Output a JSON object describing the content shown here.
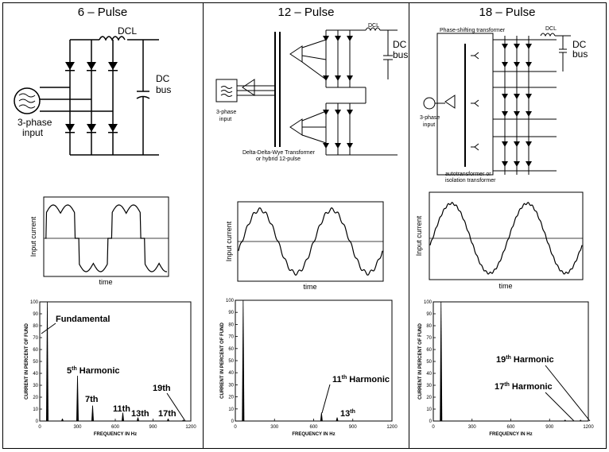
{
  "columns": [
    {
      "title": "6 – Pulse",
      "circuit": {
        "input_label": [
          "3-phase",
          "input"
        ],
        "dcl": "DCL",
        "dc_bus": [
          "DC",
          "bus"
        ]
      },
      "waveform": {
        "ylabel": "Input current",
        "xlabel": "time"
      }
    },
    {
      "title": "12 – Pulse",
      "circuit": {
        "input_label": [
          "3-phase",
          "input"
        ],
        "dcl": "DCL",
        "dc_bus": [
          "DC",
          "bus"
        ],
        "transformer": [
          "Delta-Delta-Wye Transformer",
          "or hybrid 12-pulse"
        ]
      },
      "waveform": {
        "ylabel": "Input current",
        "xlabel": "time"
      }
    },
    {
      "title": "18 – Pulse",
      "circuit": {
        "input_label": [
          "3-phase",
          "input"
        ],
        "dcl": "DCL",
        "dc_bus": [
          "DC",
          "bus"
        ],
        "transformer_top": "Phase-shifting transformer",
        "transformer_bottom": [
          "autotransformer or",
          "isolation transformer"
        ]
      },
      "waveform": {
        "ylabel": "Input current",
        "xlabel": "time"
      }
    }
  ],
  "spectrum_axes": {
    "xlabel": "FREQUENCY IN Hz",
    "ylabel": "CURRENT IN PERCENT OF FUND",
    "xticks": [
      "0",
      "300",
      "600",
      "900",
      "1200"
    ],
    "yticks": [
      "0",
      "10",
      "20",
      "30",
      "40",
      "50",
      "60",
      "70",
      "80",
      "90",
      "100"
    ]
  },
  "chart_data": [
    {
      "type": "bar",
      "title": "",
      "xlabel": "FREQUENCY IN Hz",
      "ylabel": "CURRENT IN PERCENT OF FUND",
      "xlim": [
        0,
        1200
      ],
      "ylim": [
        0,
        100
      ],
      "x": [
        60,
        180,
        300,
        420,
        660,
        780,
        1020,
        1140
      ],
      "values": [
        100,
        2,
        38,
        13,
        7,
        3,
        2,
        1
      ],
      "annotations": [
        {
          "text": "Fundamental",
          "base": "",
          "sup": ""
        },
        {
          "text": "",
          "base": "5",
          "sup": "th",
          "suffix": " Harmonic"
        },
        {
          "text": "7th"
        },
        {
          "text": "11th"
        },
        {
          "text": "13th"
        },
        {
          "text": "17th"
        },
        {
          "text": "19th"
        }
      ]
    },
    {
      "type": "bar",
      "title": "",
      "xlabel": "FREQUENCY IN Hz",
      "ylabel": "CURRENT IN PERCENT OF FUND",
      "xlim": [
        0,
        1200
      ],
      "ylim": [
        0,
        100
      ],
      "x": [
        60,
        660,
        780
      ],
      "values": [
        100,
        7,
        3
      ],
      "annotations": [
        {
          "base": "11",
          "sup": "th",
          "suffix": " Harmonic"
        },
        {
          "base": "13",
          "sup": "th",
          "suffix": ""
        }
      ]
    },
    {
      "type": "bar",
      "title": "",
      "xlabel": "FREQUENCY IN Hz",
      "ylabel": "CURRENT IN PERCENT OF FUND",
      "xlim": [
        0,
        1200
      ],
      "ylim": [
        0,
        100
      ],
      "x": [
        60,
        1020,
        1140
      ],
      "values": [
        100,
        1,
        1
      ],
      "annotations": [
        {
          "base": "19",
          "sup": "th",
          "suffix": " Harmonic"
        },
        {
          "base": "17",
          "sup": "th",
          "suffix": " Harmonic"
        }
      ]
    }
  ]
}
